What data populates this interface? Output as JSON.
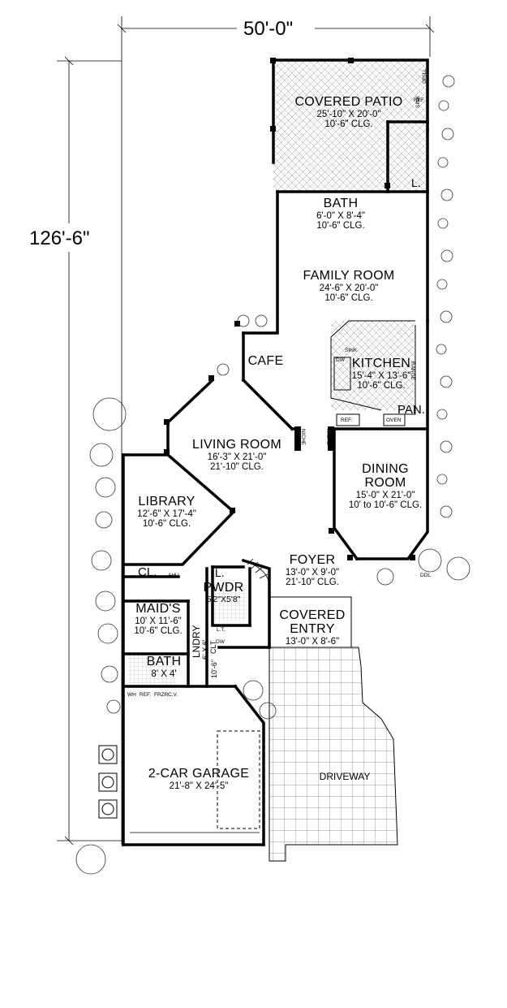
{
  "dimensions": {
    "width": "50'-0\"",
    "depth": "126'-6\""
  },
  "rooms": [
    {
      "id": "covered-patio",
      "name": "COVERED PATIO",
      "size": "25'-10\" X 20'-0\"",
      "ceiling": "10'-6\" CLG."
    },
    {
      "id": "bath-upper",
      "name": "BATH",
      "size": "6'-0\" X 8'-4\"",
      "ceiling": "10'-6\" CLG."
    },
    {
      "id": "family-room",
      "name": "FAMILY ROOM",
      "size": "24'-6\" X 20'-0\"",
      "ceiling": "10'-6\" CLG."
    },
    {
      "id": "kitchen",
      "name": "KITCHEN",
      "size": "15'-4\" X 13'-6\"",
      "ceiling": "10'-6\" CLG."
    },
    {
      "id": "cafe",
      "name": "CAFE",
      "size": "",
      "ceiling": ""
    },
    {
      "id": "living-room",
      "name": "LIVING ROOM",
      "size": "16'-3\" X 21'-0\"",
      "ceiling": "21'-10\" CLG."
    },
    {
      "id": "dining-room",
      "name": "DINING ROOM",
      "size": "15'-0\" X 21'-0\"",
      "ceiling": "10' to 10'-6\" CLG."
    },
    {
      "id": "library",
      "name": "LIBRARY",
      "size": "12'-6\" X 17'-4\"",
      "ceiling": "10'-6\" CLG."
    },
    {
      "id": "foyer",
      "name": "FOYER",
      "size": "13'-0\" X 9'-0\"",
      "ceiling": "21'-10\" CLG."
    },
    {
      "id": "pwdr",
      "name": "PWDR",
      "size": "5'2\"X5'8\"",
      "ceiling": ""
    },
    {
      "id": "maids",
      "name": "MAID'S",
      "size": "10' X 11'-6\"",
      "ceiling": "10'-6\" CLG."
    },
    {
      "id": "covered-entry",
      "name": "COVERED ENTRY",
      "size": "13'-0\" X 8'-6\"",
      "ceiling": ""
    },
    {
      "id": "bath-maids",
      "name": "BATH",
      "size": "8' X 4'",
      "ceiling": ""
    },
    {
      "id": "garage",
      "name": "2-CAR GARAGE",
      "size": "21'-8\" X 24'-5\"",
      "ceiling": ""
    },
    {
      "id": "driveway",
      "name": "DRIVEWAY",
      "size": "",
      "ceiling": ""
    }
  ],
  "labels": {
    "pan": "PAN.",
    "closet_main": "CL.",
    "linen_upper": "L.",
    "linen_pwdr": "L.",
    "laundry": "LNDRY",
    "laundry_size": "6' X 6'",
    "laundry_clg": "10'-6\"",
    "laundry_clt": "CLT",
    "sink_patio": "SINK",
    "grill": "GRILL",
    "ref_patio": "REF.",
    "sink_kitchen": "SINK",
    "dw_kitchen": "DW",
    "range": "RANGE",
    "ref_kitchen": "REF.",
    "oven": "OVEN",
    "niche_left": "NICHE",
    "niche_right": "NICHE",
    "ahu": "AHU",
    "wh": "WH",
    "ref_garage": "REF.",
    "frzr": "FRZR",
    "cv": "C.V.",
    "dw_laundry": "DW",
    "lt": "L.T.",
    "ddl": "DDL"
  },
  "colors": {
    "wall": "#000000",
    "hatch": "#8a8a8a",
    "plant": "#333333"
  }
}
